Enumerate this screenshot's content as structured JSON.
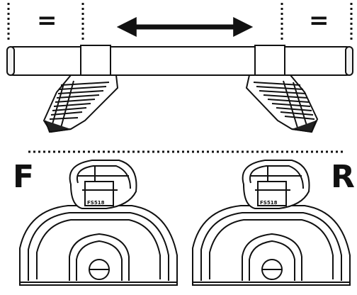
{
  "top_view": {
    "equal_mark_left": "=",
    "equal_mark_right": "=",
    "colors": {
      "line": "#111111",
      "background": "#ffffff"
    }
  },
  "bottom_view": {
    "front_label": "F",
    "rear_label": "R",
    "foot_model_front": "FS518",
    "foot_model_rear": "FS518"
  }
}
